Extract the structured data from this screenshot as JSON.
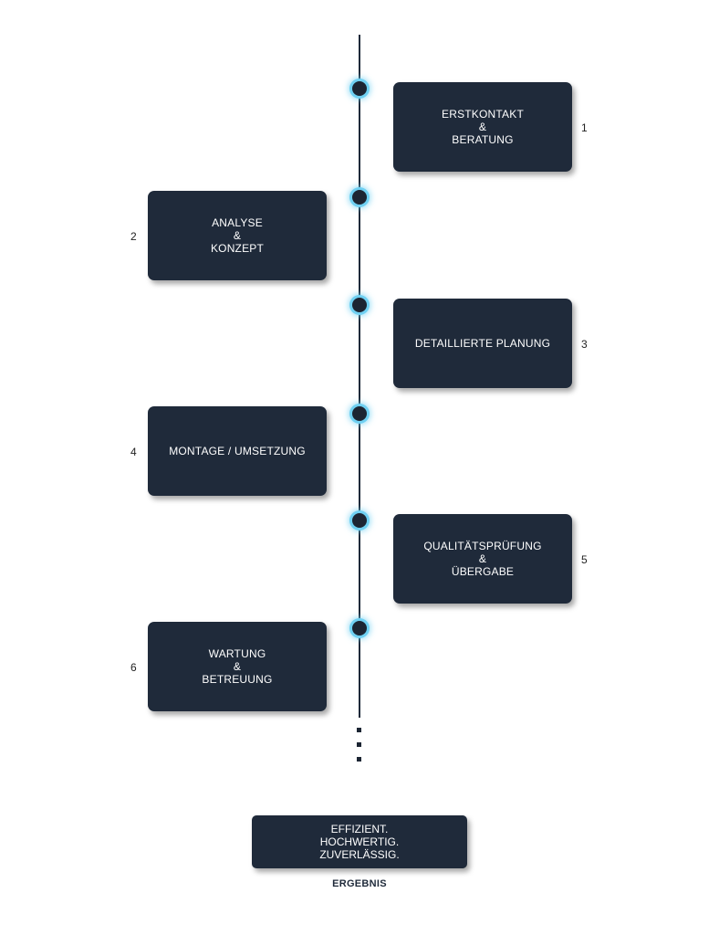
{
  "steps": [
    {
      "number": "1",
      "line1": "ERSTKONTAKT",
      "line2": "&",
      "line3": "BERATUNG"
    },
    {
      "number": "2",
      "line1": "ANALYSE",
      "line2": "&",
      "line3": "KONZEPT"
    },
    {
      "number": "3",
      "line1": "DETAILLIERTE PLANUNG"
    },
    {
      "number": "4",
      "line1": "MONTAGE / UMSETZUNG"
    },
    {
      "number": "5",
      "line1": "QUALITÄTSPRÜFUNG",
      "line2": "&",
      "line3": "ÜBERGABE"
    },
    {
      "number": "6",
      "line1": "WARTUNG",
      "line2": "&",
      "line3": "BETREUUNG"
    }
  ],
  "result": {
    "line1": "EFFIZIENT.",
    "line2": "HOCHWERTIG.",
    "line3": "ZUVERLÄSSIG.",
    "label": "ERGEBNIS"
  },
  "colors": {
    "card_background": "#1f2a3a",
    "dot_glow": "#6fd0f2"
  }
}
